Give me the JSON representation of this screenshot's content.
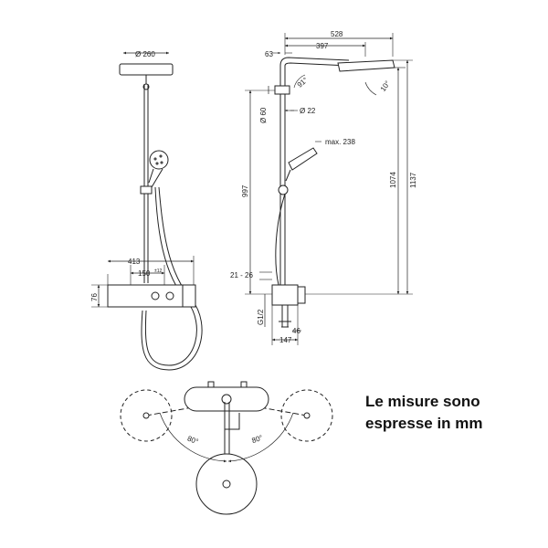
{
  "dimensions": {
    "head_diameter": "Ø 260",
    "width_413": "413",
    "width_150": "150",
    "tolerance_150": "±12",
    "height_76": "76",
    "arm_528": "528",
    "arm_397": "397",
    "offset_63": "63",
    "angle_91": "91°",
    "angle_10": "10°",
    "pipe_60": "Ø 60",
    "pipe_22": "Ø 22",
    "handshower_max": "max. 238",
    "height_997": "997",
    "height_1074": "1074",
    "height_1137": "1137",
    "range_21_26": "21 - 26",
    "thread": "G1/2",
    "depth_46": "46",
    "depth_147": "147",
    "angle_left": "80°",
    "angle_right": "80°"
  },
  "note": {
    "line1": "Le misure sono",
    "line2": "espresse in mm"
  },
  "colors": {
    "line": "#222222",
    "fill": "#ffffff"
  }
}
